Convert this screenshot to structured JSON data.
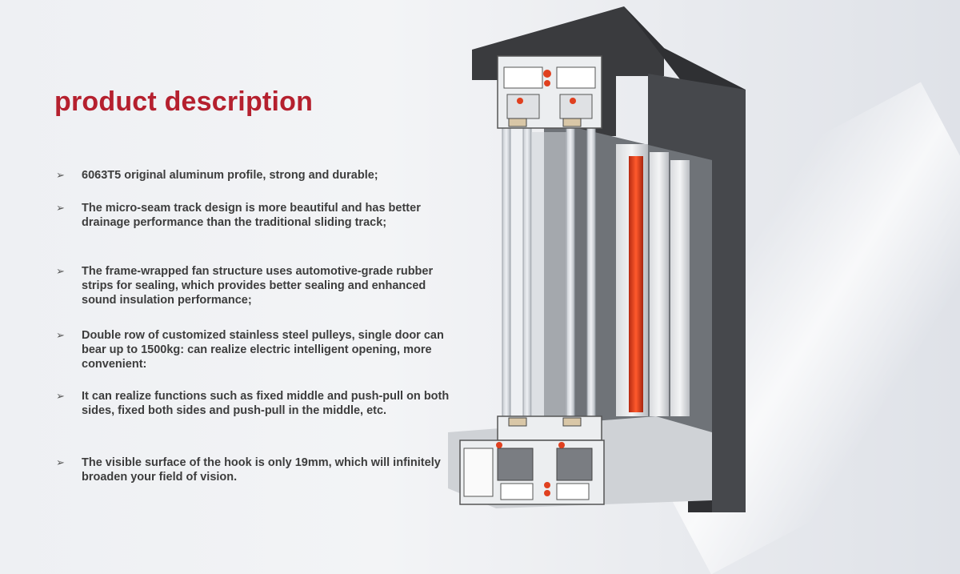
{
  "title": "product description",
  "bullets": [
    {
      "text": "6063T5 original aluminum profile, strong and durable;"
    },
    {
      "text": "The micro-seam track design is more beautiful and has better drainage performance than the traditional sliding track;"
    },
    {
      "text": "The frame-wrapped fan structure uses automotive-grade rubber strips for sealing, which provides better sealing and enhanced sound insulation performance;"
    },
    {
      "text": "Double row of customized stainless steel pulleys, single door can bear up to 1500kg: can realize electric intelligent opening, more convenient:"
    },
    {
      "text": "It can realize functions such as fixed middle and push-pull on both sides, fixed both sides and push-pull in the middle, etc."
    },
    {
      "text": "The visible surface of the hook is only 19mm, which will infinitely broaden your field of vision."
    }
  ],
  "bullet_marker": "➢",
  "colors": {
    "title": "#b5202e",
    "text": "#3d3d3d",
    "frame": "#3a3b3e",
    "accent": "#e0401f"
  },
  "illustration": "sliding-door-profile-cross-section"
}
